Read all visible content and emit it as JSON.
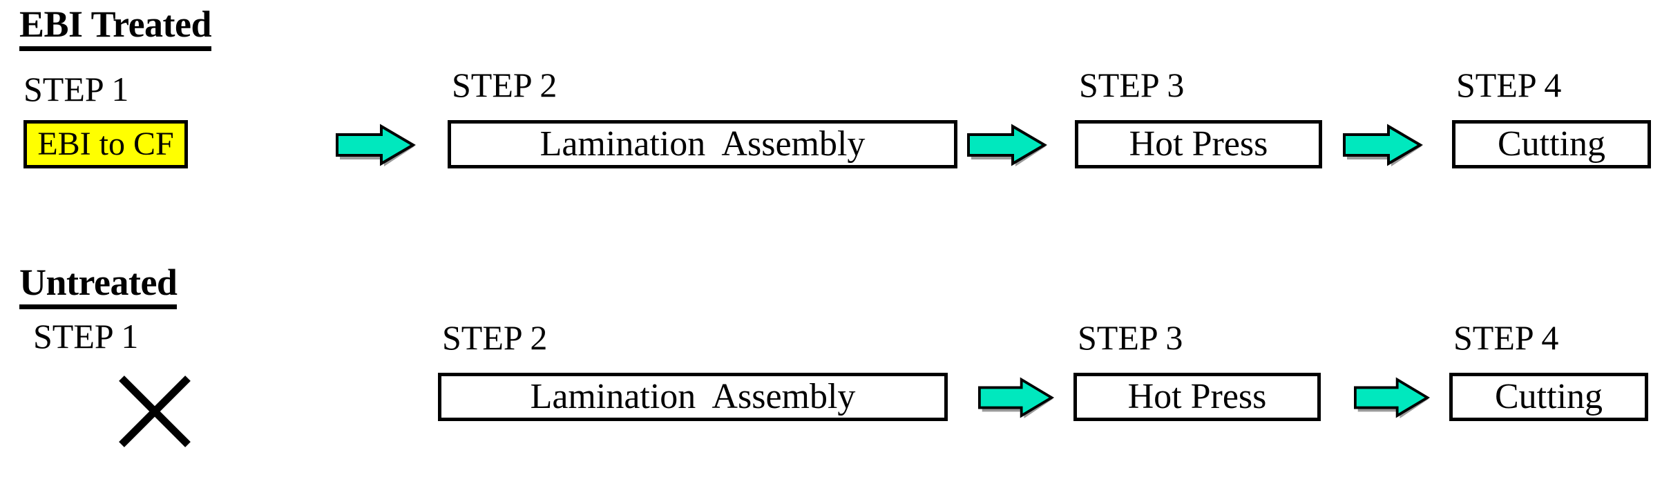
{
  "diagram": {
    "type": "process-flow",
    "background_color": "#FFFFFF",
    "accent_color": "#00E8BE",
    "highlight_color": "#FFFF00",
    "line_color": "#000000",
    "shadow_color": "#9A9A9A",
    "rows": [
      {
        "id": "ebi-treated",
        "heading": "EBI Treated",
        "steps": [
          {
            "step_label": "STEP 1",
            "box_text": "EBI to CF",
            "highlighted": true,
            "omitted": false
          },
          {
            "step_label": "STEP 2",
            "box_text": "Lamination  Assembly",
            "highlighted": false,
            "omitted": false
          },
          {
            "step_label": "STEP 3",
            "box_text": "Hot Press",
            "highlighted": false,
            "omitted": false
          },
          {
            "step_label": "STEP 4",
            "box_text": "Cutting",
            "highlighted": false,
            "omitted": false
          }
        ],
        "arrow_count": 3
      },
      {
        "id": "untreated",
        "heading": "Untreated",
        "steps": [
          {
            "step_label": "STEP 1",
            "box_text": "",
            "highlighted": false,
            "omitted": true
          },
          {
            "step_label": "STEP 2",
            "box_text": "Lamination  Assembly",
            "highlighted": false,
            "omitted": false
          },
          {
            "step_label": "STEP 3",
            "box_text": "Hot Press",
            "highlighted": false,
            "omitted": false
          },
          {
            "step_label": "STEP 4",
            "box_text": "Cutting",
            "highlighted": false,
            "omitted": false
          }
        ],
        "arrow_count": 2
      }
    ],
    "icons": {
      "arrow": "right-arrow-icon",
      "omitted": "x-cross-icon"
    }
  }
}
